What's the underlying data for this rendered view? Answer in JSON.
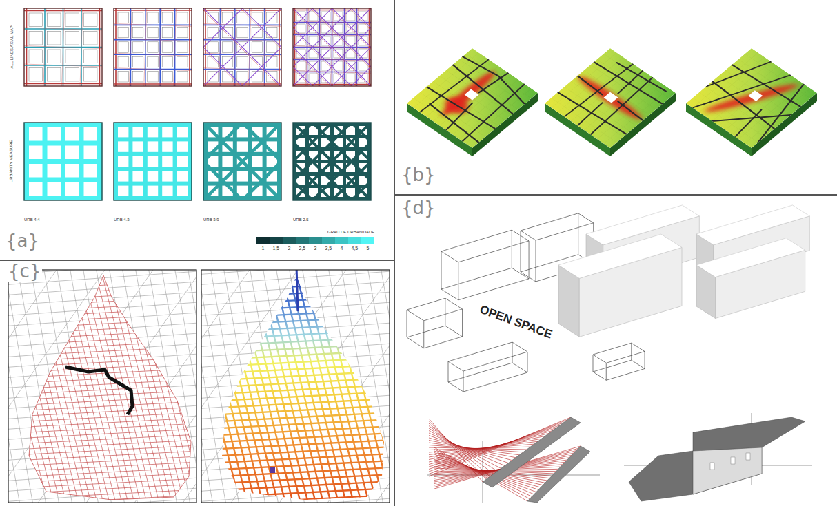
{
  "diagram": {
    "labels": [
      "{a}",
      "ALL LINES AXIAL MAP",
      "URBANITY MEASURE",
      "URB 4.4",
      "URB 4.3",
      "URB 3.9",
      "URB 2.5",
      "GRAU DE URBANIDADE",
      "{b}",
      "{c}",
      "{d}",
      "OPEN SPACE"
    ],
    "legend": [
      {
        "text": "1",
        "color": "#0e2f31"
      },
      {
        "text": "1,5",
        "color": "#144446"
      },
      {
        "text": "2",
        "color": "#1b5c5d"
      },
      {
        "text": "2,5",
        "color": "#227576"
      },
      {
        "text": "3",
        "color": "#2a8f8f"
      },
      {
        "text": "3,5",
        "color": "#33aaaa"
      },
      {
        "text": "4",
        "color": "#3cc4c4"
      },
      {
        "text": "4,5",
        "color": "#46dede"
      },
      {
        "text": "5",
        "color": "#52f5f5"
      }
    ]
  }
}
